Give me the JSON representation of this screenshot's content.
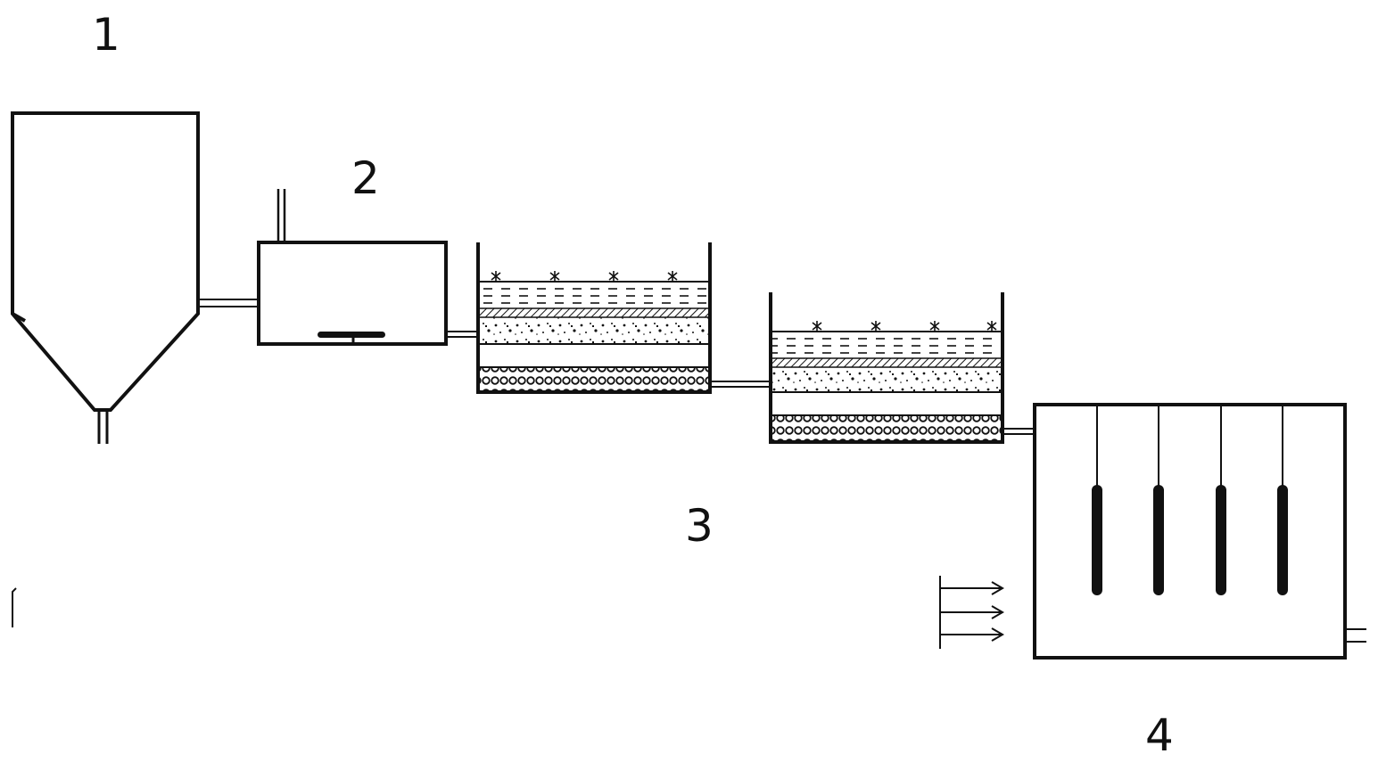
{
  "labels": {
    "unit_1": "1",
    "unit_2": "2",
    "unit_3": "3",
    "unit_4": "4"
  },
  "colors": {
    "line": "#111111",
    "background": "#ffffff"
  },
  "icons": {
    "plant": "plant-icon",
    "arrow": "arrow-right-icon"
  }
}
